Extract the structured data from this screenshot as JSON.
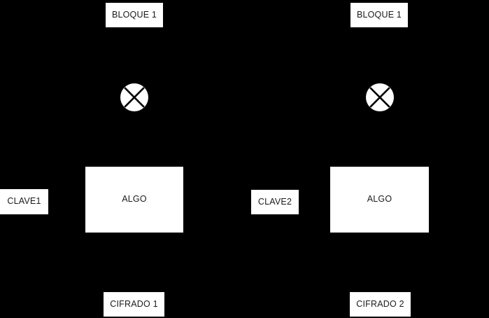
{
  "diagram": {
    "background_color": "#000000",
    "node_fill": "#ffffff",
    "text_color": "#1a1a1a",
    "nodes": {
      "bloque_left": "BLOQUE 1",
      "bloque_right": "BLOQUE 1",
      "clave_left": "CLAVE1",
      "clave_right": "CLAVE2",
      "algo_left": "ALGO",
      "algo_right": "ALGO",
      "cifrado_left": "CIFRADO 1",
      "cifrado_right": "CIFRADO 2"
    },
    "icons": {
      "xor_left": "xor-circle-icon",
      "xor_right": "xor-circle-icon"
    }
  }
}
